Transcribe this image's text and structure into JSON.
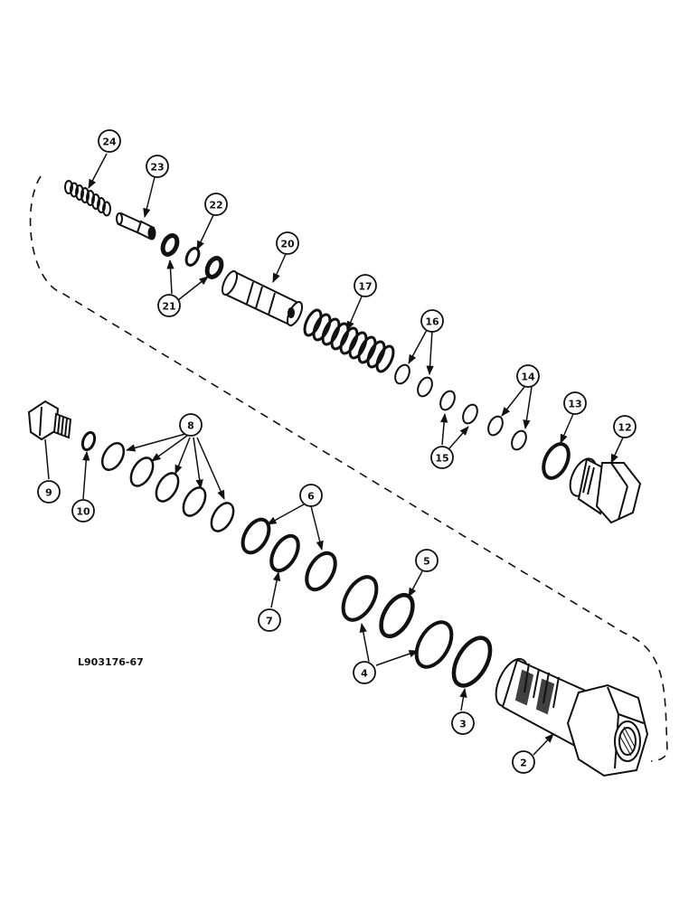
{
  "figure": {
    "reference_code": "L903176-67"
  },
  "callouts": [
    {
      "id": "2",
      "label": "2"
    },
    {
      "id": "3",
      "label": "3"
    },
    {
      "id": "4",
      "label": "4"
    },
    {
      "id": "5",
      "label": "5"
    },
    {
      "id": "6",
      "label": "6"
    },
    {
      "id": "7",
      "label": "7"
    },
    {
      "id": "8",
      "label": "8"
    },
    {
      "id": "9",
      "label": "9"
    },
    {
      "id": "10",
      "label": "10"
    },
    {
      "id": "12",
      "label": "12"
    },
    {
      "id": "13",
      "label": "13"
    },
    {
      "id": "14",
      "label": "14"
    },
    {
      "id": "15",
      "label": "15"
    },
    {
      "id": "16",
      "label": "16"
    },
    {
      "id": "17",
      "label": "17"
    },
    {
      "id": "20",
      "label": "20"
    },
    {
      "id": "21",
      "label": "21"
    },
    {
      "id": "22",
      "label": "22"
    },
    {
      "id": "23",
      "label": "23"
    },
    {
      "id": "24",
      "label": "24"
    }
  ],
  "colors": {
    "ink": "#111111",
    "paper": "#ffffff"
  }
}
